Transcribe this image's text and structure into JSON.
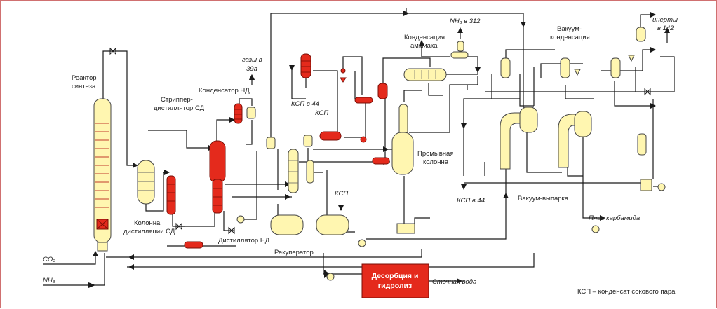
{
  "labels": {
    "reactor": [
      "Реактор",
      "синтеза"
    ],
    "stripper": [
      "Стриппер-",
      "дистиллятор СД"
    ],
    "column_sd": [
      "Колонна",
      "дистилляции СД"
    ],
    "condenser_nd": "Конденсатор НД",
    "distiller_nd": "Дистиллятор НД",
    "gases": [
      "газы в",
      "39а"
    ],
    "ksp_44_top": "КСП в 44",
    "ksp_mid": "КСП",
    "ksp_lower": "КСП",
    "ammonia_condensation": [
      "Конденсация",
      "аммиака"
    ],
    "nh3_312": "NH₃ в 312",
    "washing_column": [
      "Промывная",
      "колонна"
    ],
    "vacuum_condensation": [
      "Вакуум-",
      "конденсация"
    ],
    "inerts": [
      "инерты",
      "в 142"
    ],
    "ksp_44_right": "КСП в 44",
    "vacuum_evaporation": "Вакуум-выпарка",
    "urea_melt": "Плав карбамида",
    "recuperator": "Рекуператор",
    "co2": "CO₂",
    "nh3": "NH₃",
    "desorption": [
      "Десорбция и",
      "гидролиз"
    ],
    "waste_water": "Сточная вода",
    "legend": "КСП – конденсат сокового пара"
  },
  "colors": {
    "equipment_yellow": "#fff6b0",
    "equipment_red": "#e42a1c",
    "desorption_box": "#e42a1c",
    "frame": "#d07070"
  }
}
